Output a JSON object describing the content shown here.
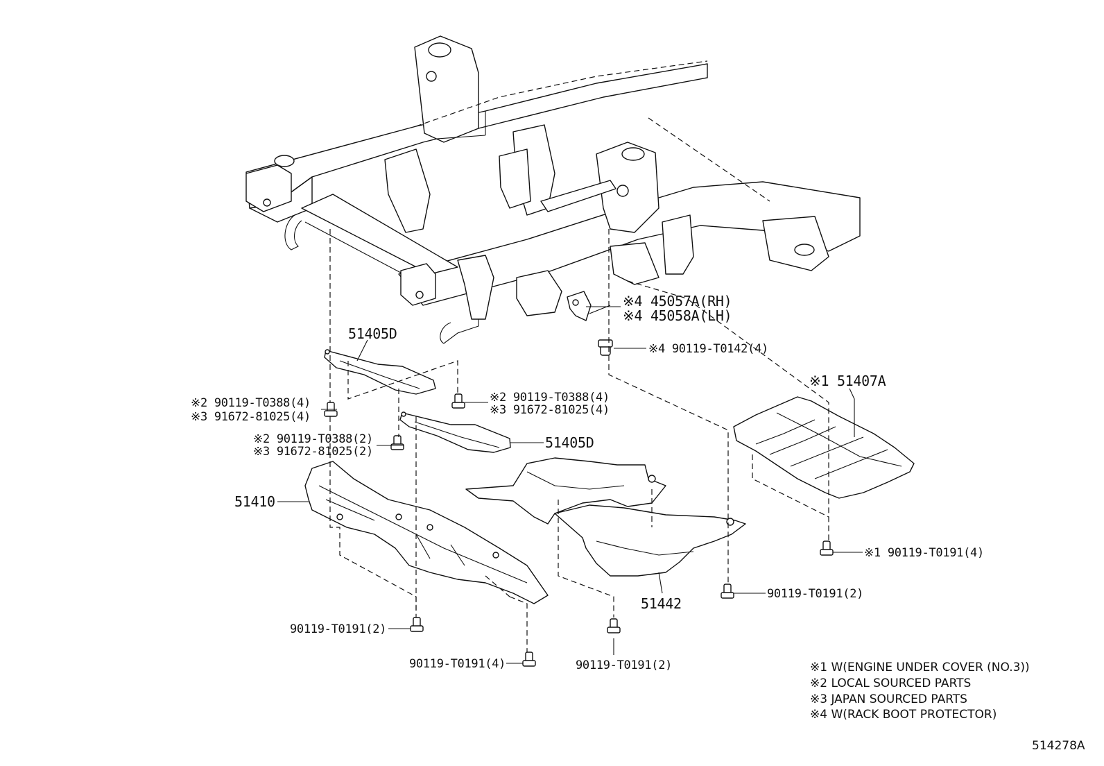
{
  "diagram": {
    "labels": {
      "frame_bracket_rh": "※4 45057A(RH)",
      "frame_bracket_lh": "※4 45058A(LH)",
      "bolt_bracket": "※4 90119-T0142(4)",
      "cover_no3": "※1 51407A",
      "plate_upper": "51405D",
      "plate_lower": "51405D",
      "bolt_plate_left_a": "※2 90119-T0388(4)",
      "bolt_plate_left_b": "※3 91672-81025(4)",
      "bolt_plate_right_a": "※2 90119-T0388(4)",
      "bolt_plate_right_b": "※3 91672-81025(4)",
      "bolt_plate_mid_a": "※2 90119-T0388(2)",
      "bolt_plate_mid_b": "※3 91672-81025(2)",
      "cover_51410": "51410",
      "cover_51442": "51442",
      "bolt_51410_a": "90119-T0191(2)",
      "bolt_51410_b": "90119-T0191(4)",
      "bolt_51442_a": "90119-T0191(2)",
      "bolt_51442_b": "90119-T0191(2)",
      "bolt_cover_no3": "※1 90119-T0191(4)"
    },
    "notes": [
      "※1 W(ENGINE UNDER COVER (NO.3))",
      "※2 LOCAL SOURCED PARTS",
      "※3 JAPAN SOURCED PARTS",
      "※4 W(RACK BOOT PROTECTOR)"
    ],
    "figure_code": "514278A"
  }
}
